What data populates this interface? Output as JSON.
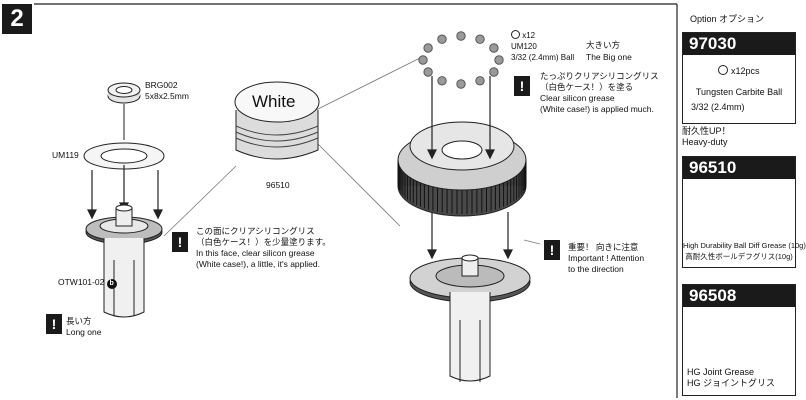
{
  "step": {
    "number": "2"
  },
  "parts": {
    "bearing": {
      "code": "BRG002",
      "size": "5x8x2.5mm"
    },
    "washer": {
      "code": "UM119"
    },
    "outdrive": {
      "code": "OTW101-02",
      "variant": "b"
    },
    "grease_jar": {
      "lid_text": "White",
      "code": "96510"
    },
    "balls": {
      "qty": "x12",
      "code": "UM120",
      "spec": "3/32 (2.4mm) Ball",
      "size_ja": "大きい方",
      "size_en": "The Big one"
    }
  },
  "notes": {
    "long_one": {
      "ja": "長い方",
      "en": "Long one"
    },
    "grease_face": {
      "ja_1": "この面にクリアシリコングリス",
      "ja_2": "（白色ケース！）を少量塗ります。",
      "en_1": "In this face, clear silicon grease",
      "en_2": "(White case!), a little, it's applied."
    },
    "grease_balls": {
      "ja_1": "たっぷりクリアシリコングリス",
      "ja_2": "（白色ケース！）を塗る",
      "en_1": "Clear silicon grease",
      "en_2": "(White case!) is applied much."
    },
    "direction": {
      "ja": "重要！ 向きに注意",
      "en_1": "Important ! Attention",
      "en_2": "to the direction"
    }
  },
  "options": {
    "header_en": "Option",
    "header_ja": "オプション",
    "items": [
      {
        "code": "97030",
        "qty": "x12pcs",
        "name": "Tungsten Carbite Ball",
        "spec": "3/32 (2.4mm)",
        "note_ja": "耐久性UP！",
        "note_en": "Heavy-duty"
      },
      {
        "code": "96510",
        "line_en": "High Durability Ball Diff Grease (10g)",
        "line_ja": "高耐久性ボールデフグリス(10g)"
      },
      {
        "code": "96508",
        "line_en": "HG Joint Grease",
        "line_ja": "HG ジョイントグリス"
      }
    ]
  },
  "colors": {
    "badge": "#1a1a1a",
    "ball": "#9a9a9a",
    "line": "#222222"
  }
}
